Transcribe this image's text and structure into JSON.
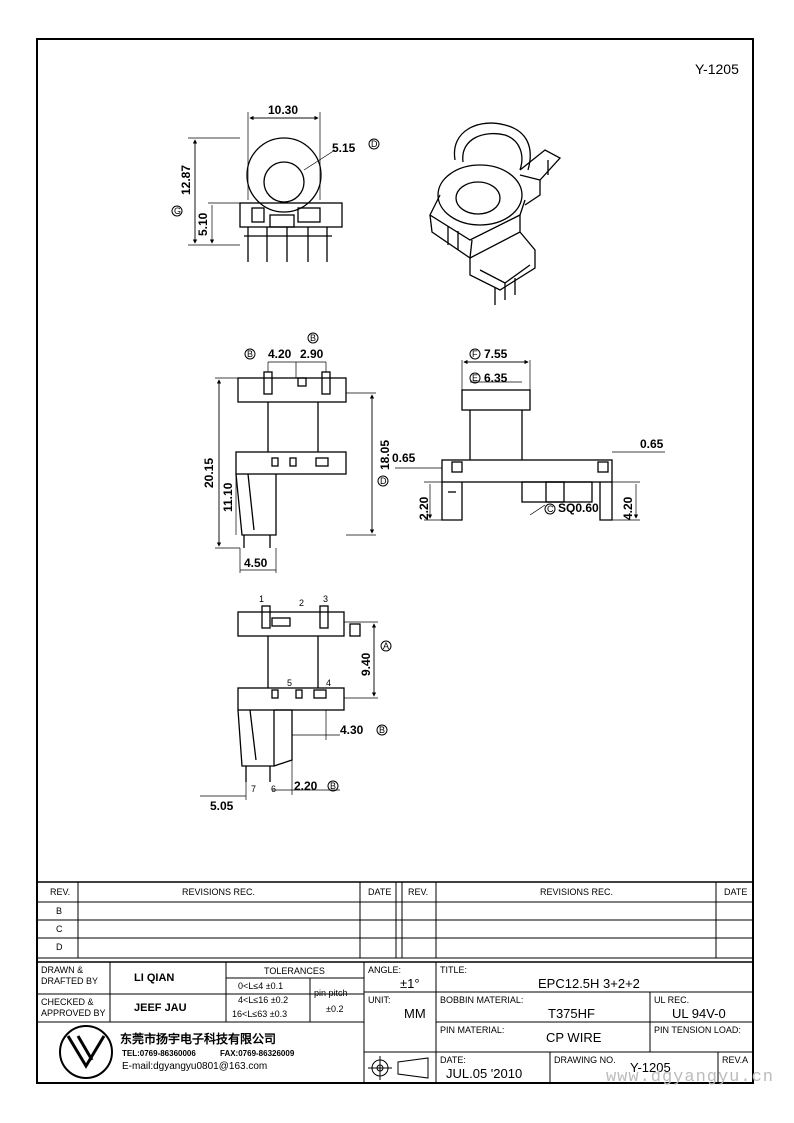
{
  "header_id": "Y-1205",
  "views": {
    "top": {
      "d_width": "10.30",
      "d_dia": "5.15",
      "d_height": "12.87",
      "d_base": "5.10",
      "mk_dia": "D",
      "mk_height": "G"
    },
    "side": {
      "d_a": "4.20",
      "d_b": "2.90",
      "d_total": "20.15",
      "d_c": "18.05",
      "d_d": "11.10",
      "d_e": "4.50",
      "mk_a": "B",
      "mk_b": "B",
      "mk_c": "D"
    },
    "front": {
      "d_a": "7.55",
      "d_b": "6.35",
      "d_c": "0.65",
      "d_d": "0.65",
      "d_e": "2.20",
      "d_f": "SQ0.60",
      "d_g": "4.20",
      "mk_a": "F",
      "mk_b": "E",
      "mk_f": "C"
    },
    "pin": {
      "p1": "1",
      "p2": "2",
      "p3": "3",
      "p4": "4",
      "p5": "5",
      "p6": "6",
      "p7": "7",
      "d_a": "9.40",
      "d_b": "4.30",
      "d_c": "2.20",
      "d_d": "5.05",
      "mk_a": "A",
      "mk_b": "B",
      "mk_c": "B"
    }
  },
  "revisions": {
    "left_header": {
      "rev": "REV.",
      "rec": "REVISIONS   REC.",
      "date": "DATE"
    },
    "right_header": {
      "rev": "REV.",
      "rec": "REVISIONS   REC.",
      "date": "DATE"
    },
    "rows": [
      "B",
      "C",
      "D"
    ]
  },
  "title_block": {
    "drawn_label": "DRAWN &\nDRAFTED BY",
    "drawn_by": "LI QIAN",
    "checked_label": "CHECKED &\nAPPROVED BY",
    "checked_by": "JEEF JAU",
    "tolerances_label": "TOLERANCES",
    "tol_1": "0<L≤4   ±0.1",
    "tol_2": "4<L≤16  ±0.2",
    "tol_3": "16<L≤63  ±0.3",
    "pin_pitch_label": "pin pitch",
    "pin_pitch_value": "±0.2",
    "angle_label": "ANGLE:",
    "angle_value": "±1°",
    "unit_label": "UNIT:",
    "unit_value": "MM",
    "title_label": "TITLE:",
    "title_value": "EPC12.5H  3+2+2",
    "bobbin_label": "BOBBIN MATERIAL:",
    "bobbin_value": "T375HF",
    "ul_label": "UL REC.",
    "ul_value": "UL 94V-0",
    "pin_mat_label": "PIN MATERIAL:",
    "pin_mat_value": "CP  WIRE",
    "pin_tension_label": "PIN TENSION LOAD:",
    "date_label": "DATE:",
    "date_value": "JUL.05  '2010",
    "drawing_no_label": "DRAWING  NO.",
    "drawing_no_value": "Y-1205",
    "rev_label": "REV.A",
    "company": "东莞市扬宇电子科技有限公司",
    "tel": "TEL:0769-86360006",
    "fax": "FAX:0769-86326009",
    "email": "E-mail:dgyangyu0801@163.com"
  },
  "watermark": "www.dgyangyu.cn"
}
